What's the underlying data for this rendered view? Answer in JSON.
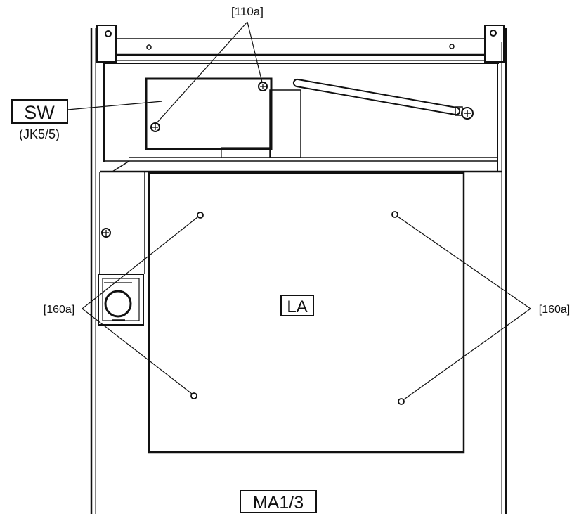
{
  "labels": {
    "screw_ref_top": "[110a]",
    "sw_module": "SW",
    "sw_connector": "(JK5/5)",
    "screw_ref_left": "[160a]",
    "screw_ref_right": "[160a]",
    "la_board": "LA",
    "ma_board": "MA1/3"
  },
  "colors": {
    "line": "#111111",
    "background": "#ffffff"
  }
}
